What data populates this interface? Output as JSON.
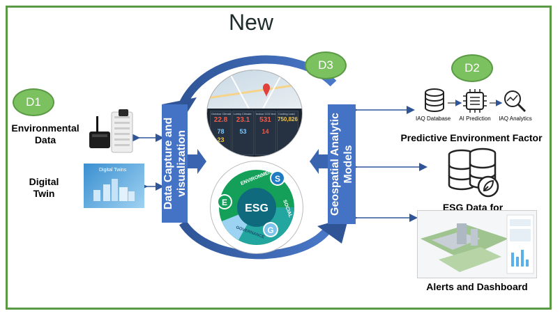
{
  "title": "New",
  "badges": {
    "d1": "D1",
    "d2": "D2",
    "d3": "D3"
  },
  "left": {
    "environmental_data": [
      "Environmental",
      "Data"
    ],
    "digital_twin": [
      "Digital",
      "Twin"
    ],
    "digital_twins_image_caption": "Digital Twins"
  },
  "center": {
    "capture_bar": [
      "Data Capture and",
      "visualization"
    ],
    "geo_bar": [
      "Geospatial Analytic",
      "Models"
    ],
    "dashboard": {
      "tiles": [
        {
          "title": "Outdoor Climate",
          "value": "22.8",
          "color": "#f15a4a"
        },
        {
          "title": "Lobby Climate",
          "value": "23.1",
          "color": "#f15a4a"
        },
        {
          "title": "Indoor CO2 level",
          "value": "531",
          "color": "#f15a4a"
        },
        {
          "title": "Cooling Load",
          "value": "750,826",
          "color": "#f4c542"
        }
      ],
      "tiles_lower": [
        {
          "value": "78",
          "color": "#78c8ff"
        },
        {
          "value": "53",
          "color": "#78c8ff"
        },
        {
          "value": "14",
          "color": "#f15a4a"
        }
      ],
      "tiles_bottom": [
        {
          "value": "23",
          "color": "#f4c542"
        }
      ]
    },
    "esg": {
      "center": "ESG",
      "e": "E",
      "s": "S",
      "g": "G",
      "environmental": "ENVIRONMENTAL",
      "social": "SOCIAL",
      "governance": "GOVERNANCE"
    }
  },
  "right": {
    "pipeline": [
      "IAQ Database",
      "AI Prediction",
      "IAQ Analytics"
    ],
    "predictive_label": "Predictive Environment Factor",
    "esg_reporting_label": "ESG Data for Reporting",
    "alerts_label": "Alerts and Dashboard"
  },
  "colors": {
    "frame": "#5b9a45",
    "badge": "#7cc15f",
    "bar": "#4472c4",
    "arrow": "#2f5597"
  }
}
